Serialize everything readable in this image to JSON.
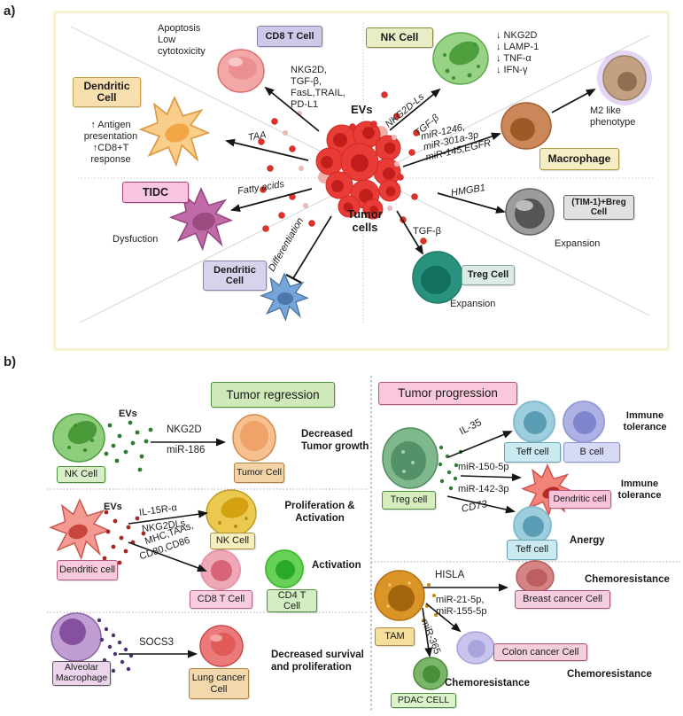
{
  "colors": {
    "tumor_red": "#e93c36",
    "panel_border_cream": "#f6f1d3",
    "regression_green": "#cfe9ba",
    "progression_pink": "#f9c8dc",
    "arrow_black": "#151515",
    "divider_gray": "#c9c9c9",
    "cd8_box_lavender": "#cdc9e8",
    "nk_box_green": "#e9edc5",
    "dendritic_box_orange": "#f8dfae",
    "macrophage_box_khaki": "#f5edc3",
    "tidc_box_pink": "#f9c6e1",
    "breg_box_gray": "#e1e1e1",
    "treg_box_teal": "#dcebe3"
  },
  "panel_a": {
    "label": "a)",
    "evs": "EVs",
    "tumor_cells": "Tumor\ncells",
    "cd8": {
      "box": "CD8 T Cell",
      "effect": "Apoptosis\nLow\ncytotoxicity",
      "cargo": "NKG2D,\nTGF-β,\nFasL,TRAIL,\nPD-L1"
    },
    "dendritic": {
      "box": "Dendritic\nCell",
      "effect": "↑ Antigen\npresentation\n↑CD8+T\nresponse",
      "cargo": "TAA"
    },
    "nk": {
      "box": "NK Cell",
      "effect": "↓ NKG2D\n↓ LAMP-1\n↓ TNF-α\n↓ IFN-γ",
      "cargo1": "NKG2D-Ls",
      "cargo2": "TGF-β"
    },
    "macrophage": {
      "box": "Macrophage",
      "effect": "M2 like\nphenotype",
      "cargo": "miR-1246,\nmiR-301a-3p\nmiR-145,EGFR"
    },
    "tidc": {
      "box": "TIDC",
      "effect": "Dysfuction",
      "cargo": "Fatty acids"
    },
    "dendritic2": {
      "box": "Dendritic\nCell",
      "cargo": "Differentiation"
    },
    "breg": {
      "box": "(TIM-1)+Breg\nCell",
      "effect": "Expansion",
      "cargo": "HMGB1"
    },
    "treg": {
      "box": "Treg Cell",
      "effect": "Expansion",
      "cargo": "TGF-β"
    }
  },
  "panel_b": {
    "label": "b)",
    "regression": {
      "header": "Tumor regression",
      "row1": {
        "source": "NK Cell",
        "evs": "EVs",
        "cargo_top": "NKG2D",
        "cargo_bottom": "miR-186",
        "target": "Tumor Cell",
        "effect": "Decreased\nTumor growth"
      },
      "row2": {
        "source": "Dendritic cell",
        "evs": "EVs",
        "cargo1": "IL-15R-α",
        "cargo2": "NKG2DLs",
        "cargo3": "MHC,TAAs,",
        "cargo4": "CD80,CD86",
        "nk": "NK Cell",
        "cd8": "CD8 T Cell",
        "cd4": "CD4 T\nCell",
        "effect1": "Proliferation &\nActivation",
        "effect2": "Activation"
      },
      "row3": {
        "source": "Alveolar\nMacrophage",
        "cargo": "SOCS3",
        "target": "Lung cancer\nCell",
        "effect": "Decreased survival\nand proliferation"
      }
    },
    "progression": {
      "header": "Tumor progression",
      "treg": "Treg cell",
      "il35": "IL-35",
      "mir150": "miR-150-5p",
      "mir142": "miR-142-3p",
      "cd73": "CD73",
      "teff1": "Teff cell",
      "bcell": "B cell",
      "dendritic": "Dendritic cell",
      "teff2": "Teff cell",
      "immune_tolerance1": "Immune\ntolerance",
      "immune_tolerance2": "Immune\ntolerance",
      "anergy": "Anergy",
      "tam": "TAM",
      "hisla": "HISLA",
      "mir21": "miR-21-5p,\nmiR-155-5p",
      "mir365": "miR-365",
      "breast": "Breast cancer Cell",
      "colon": "Colon cancer Cell",
      "pdac": "PDAC CELL",
      "chemo1": "Chemoresistance",
      "chemo2": "Chemoresistance",
      "chemo3": "Chemoresistance"
    }
  }
}
